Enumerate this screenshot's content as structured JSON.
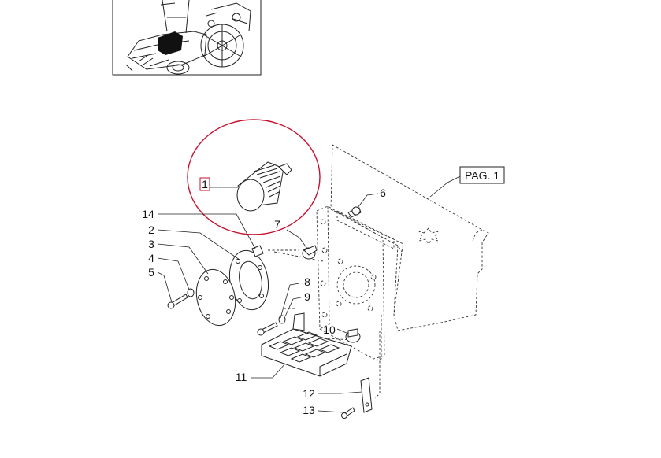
{
  "diagram": {
    "page_ref": "PAG. 1",
    "callouts": [
      {
        "id": "c1",
        "text": "1"
      },
      {
        "id": "c2",
        "text": "2"
      },
      {
        "id": "c3",
        "text": "3"
      },
      {
        "id": "c4",
        "text": "4"
      },
      {
        "id": "c5",
        "text": "5"
      },
      {
        "id": "c6",
        "text": "6"
      },
      {
        "id": "c7",
        "text": "7"
      },
      {
        "id": "c8",
        "text": "8"
      },
      {
        "id": "c9",
        "text": "9"
      },
      {
        "id": "c10",
        "text": "10"
      },
      {
        "id": "c11",
        "text": "11"
      },
      {
        "id": "c12",
        "text": "12"
      },
      {
        "id": "c13",
        "text": "13"
      },
      {
        "id": "c14",
        "text": "14"
      }
    ],
    "highlight_color": "#c8102e",
    "line_color": "#222222"
  }
}
